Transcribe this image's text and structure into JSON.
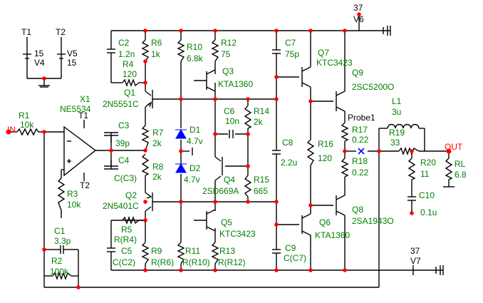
{
  "net_labels": {
    "in": "IN",
    "out": "OUT",
    "t1_top": "T1",
    "t2_top": "T2",
    "t1_op": "T1",
    "t2_op": "T2",
    "probe": "Probe1",
    "v6_val": "37",
    "v6_name": "V6",
    "v7_val": "37",
    "v7_name": "V7"
  },
  "components": {
    "V4": {
      "name": "V4",
      "value": "15"
    },
    "V5": {
      "name": "V5",
      "value": "15"
    },
    "X1": {
      "name": "X1",
      "value": "NE5534"
    },
    "R1": {
      "name": "R1",
      "value": "10k"
    },
    "R2": {
      "name": "R2",
      "value": "100k"
    },
    "R3": {
      "name": "R3",
      "value": "10k"
    },
    "C1": {
      "name": "C1",
      "value": "3.3p"
    },
    "C2": {
      "name": "C2",
      "value": "1.2n"
    },
    "R4": {
      "name": "R4",
      "value": "120"
    },
    "R6": {
      "name": "R6",
      "value": "1k"
    },
    "Q1": {
      "name": "Q1",
      "value": "2N5551C"
    },
    "C3": {
      "name": "C3",
      "value": "39p"
    },
    "C4": {
      "name": "C4",
      "value": "C(C3)"
    },
    "R7": {
      "name": "R7",
      "value": "2k"
    },
    "R8": {
      "name": "R8",
      "value": "2k"
    },
    "Q2": {
      "name": "Q2",
      "value": "2N5401C"
    },
    "R5": {
      "name": "R5",
      "value": "R(R4)"
    },
    "C5": {
      "name": "C5",
      "value": "C(C2)"
    },
    "R9": {
      "name": "R9",
      "value": "R(R6)"
    },
    "R10": {
      "name": "R10",
      "value": "6.8k"
    },
    "D1": {
      "name": "D1",
      "value": "4.7v"
    },
    "D2": {
      "name": "D2",
      "value": "4.7v"
    },
    "R11": {
      "name": "R11",
      "value": "R(R10)"
    },
    "R12": {
      "name": "R12",
      "value": "75"
    },
    "Q3": {
      "name": "Q3",
      "value": "KTA1360"
    },
    "C6": {
      "name": "C6",
      "value": "10n"
    },
    "R14": {
      "name": "R14",
      "value": "2k"
    },
    "Q4": {
      "name": "Q4",
      "value": "2SD669A"
    },
    "R15": {
      "name": "R15",
      "value": "665"
    },
    "Q5": {
      "name": "Q5",
      "value": "KTC3423"
    },
    "R13": {
      "name": "R13",
      "value": "R(R12)"
    },
    "C7": {
      "name": "C7",
      "value": "75p"
    },
    "C8": {
      "name": "C8",
      "value": "2.2u"
    },
    "C9": {
      "name": "C9",
      "value": "C(C7)"
    },
    "Q7": {
      "name": "Q7",
      "value": "KTC3423"
    },
    "Q6": {
      "name": "Q6",
      "value": "KTA1360"
    },
    "R16": {
      "name": "R16",
      "value": "120"
    },
    "Q9": {
      "name": "Q9",
      "value": "2SC5200O"
    },
    "Q8": {
      "name": "Q8",
      "value": "2SA1943O"
    },
    "R17": {
      "name": "R17",
      "value": "0.22"
    },
    "R18": {
      "name": "R18",
      "value": "0.22"
    },
    "L1": {
      "name": "L1",
      "value": "3u"
    },
    "R19": {
      "name": "R19",
      "value": "33"
    },
    "R20": {
      "name": "R20",
      "value": "11"
    },
    "C10": {
      "name": "C10",
      "value": "0.1u"
    },
    "RL": {
      "name": "RL",
      "value": "6.8"
    }
  }
}
